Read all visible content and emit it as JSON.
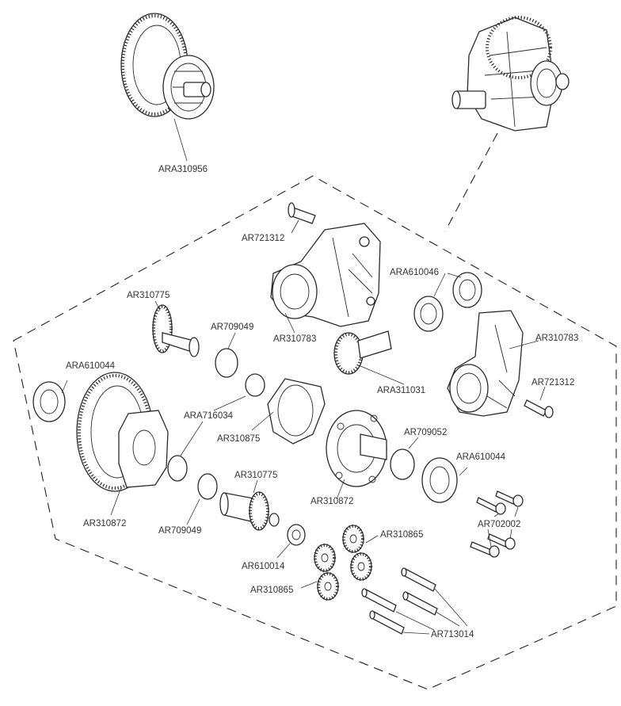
{
  "labels": {
    "ara310956": "ARA310956",
    "ar721312_top": "AR721312",
    "ara610046": "ARA610046",
    "ar310775_top": "AR310775",
    "ar709049_top": "AR709049",
    "ar310783_left": "AR310783",
    "ar310783_right": "AR310783",
    "ara610044_left": "ARA610044",
    "ara311031": "ARA311031",
    "ar721312_right": "AR721312",
    "ara716034": "ARA716034",
    "ar310875": "AR310875",
    "ar709052": "AR709052",
    "ara610044_right": "ARA610044",
    "ar310775_bottom": "AR310775",
    "ar310872_left": "AR310872",
    "ar310872_center": "AR310872",
    "ar709049_bottom": "AR709049",
    "ar702002": "AR702002",
    "ar310865_top": "AR310865",
    "ar610014": "AR610014",
    "ar310865_bottom": "AR310865",
    "ar713014": "AR713014"
  }
}
